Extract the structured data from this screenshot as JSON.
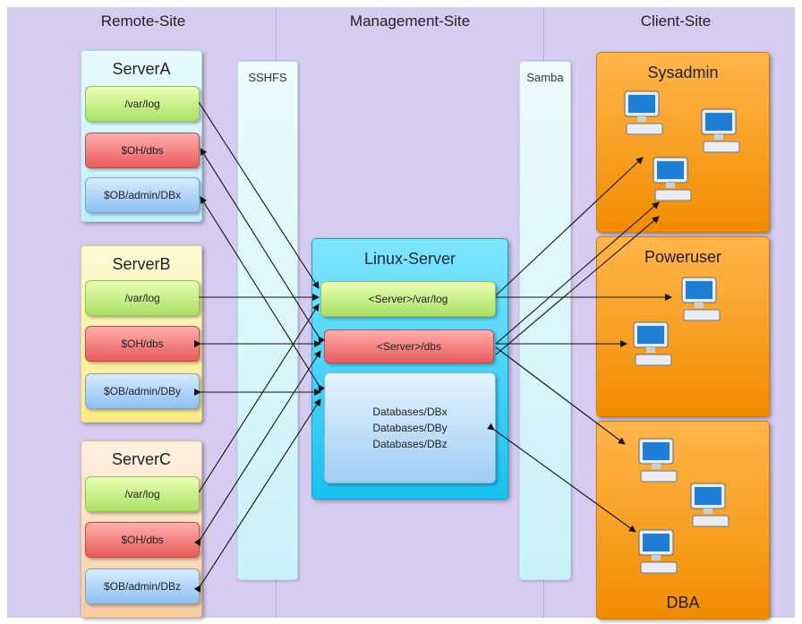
{
  "columns": {
    "remote": "Remote-Site",
    "management": "Management-Site",
    "client": "Client-Site"
  },
  "protocols": {
    "left": "SSHFS",
    "right": "Samba"
  },
  "servers": [
    {
      "name": "ServerA",
      "log": "/var/log",
      "dbs": "$OH/dbs",
      "admin": "$OB/admin/DBx"
    },
    {
      "name": "ServerB",
      "log": "/var/log",
      "dbs": "$OH/dbs",
      "admin": "$OB/admin/DBy"
    },
    {
      "name": "ServerC",
      "log": "/var/log",
      "dbs": "$OH/dbs",
      "admin": "$OB/admin/DBz"
    }
  ],
  "linux_server": {
    "title": "Linux-Server",
    "log": "<Server>/var/log",
    "dbs": "<Server>/dbs",
    "databases": [
      "Databases/DBx",
      "Databases/DBy",
      "Databases/DBz"
    ]
  },
  "client_groups": {
    "sysadmin": "Sysadmin",
    "poweruser": "Poweruser",
    "dba": "DBA"
  },
  "colors": {
    "background": "#d5ccf0",
    "linux_server": "#16c2ef",
    "client_group": "#f28c00",
    "log_share": "#abe066",
    "dbs_share": "#e85b5b",
    "admin_share": "#8ebff2"
  },
  "icons": [
    "computer-icon",
    "arrow-icon"
  ]
}
